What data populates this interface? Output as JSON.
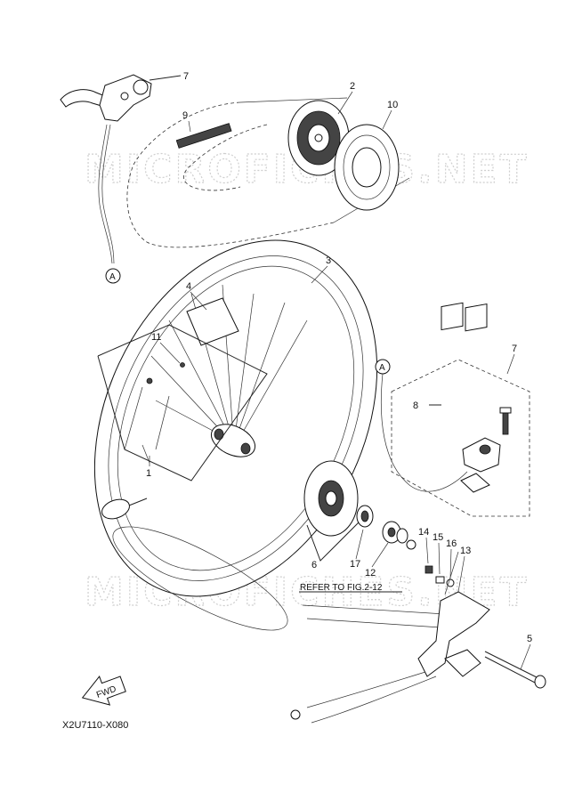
{
  "watermark": "MICROFICHES.NET",
  "callouts": {
    "p1": "1",
    "p2": "2",
    "p3": "3",
    "p4": "4",
    "p5": "5",
    "p6": "6",
    "p7a": "7",
    "p7b": "7",
    "p8": "8",
    "p9": "9",
    "p10": "10",
    "p11": "11",
    "p12": "12",
    "p13": "13",
    "p14": "14",
    "p15": "15",
    "p16": "16",
    "p17": "17"
  },
  "connector_a_top": "A",
  "connector_a_bottom": "A",
  "refer_note": "REFER TO FIG.2-12",
  "fwd_label": "FWD",
  "diagram_code": "X2U7110-X080"
}
